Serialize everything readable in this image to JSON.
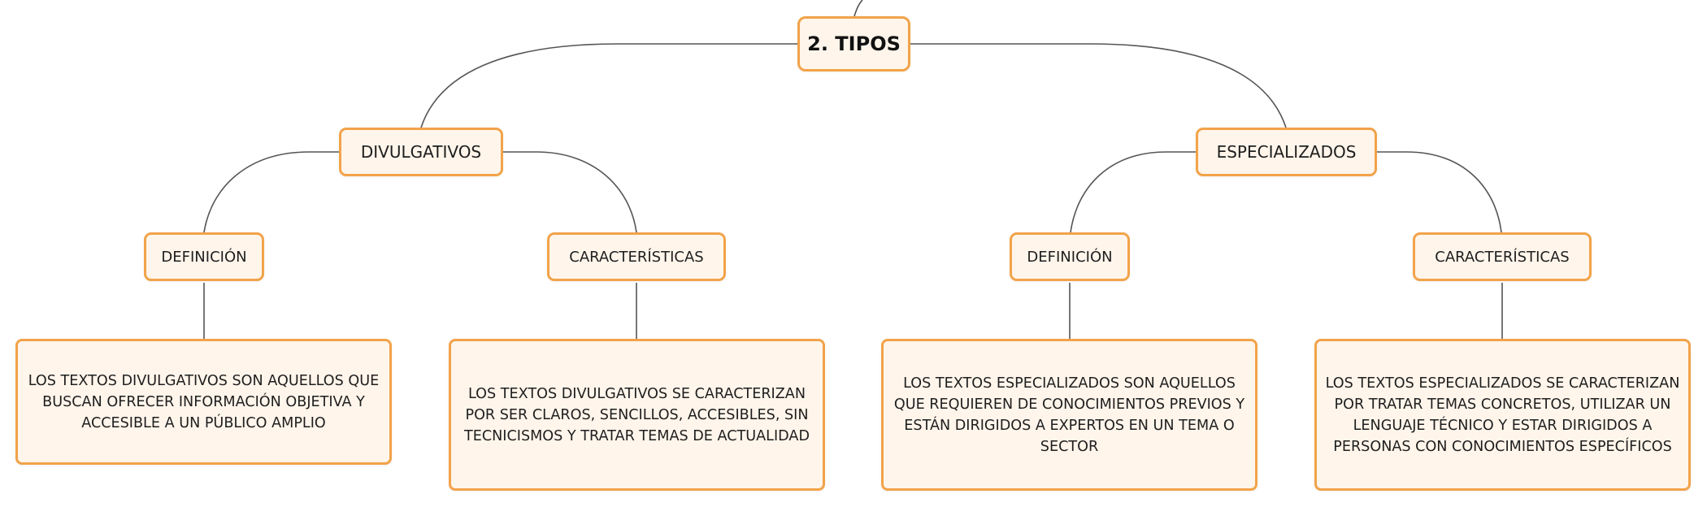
{
  "root": {
    "label": "2. TIPOS"
  },
  "branches": [
    {
      "label": "DIVULGATIVOS",
      "definition_label": "DEFINICIÓN",
      "characteristics_label": "CARACTERÍSTICAS",
      "definition_text": "LOS TEXTOS DIVULGATIVOS SON AQUELLOS QUE BUSCAN OFRECER INFORMACIÓN OBJETIVA Y ACCESIBLE A UN PÚBLICO AMPLIO",
      "characteristics_text": "LOS TEXTOS DIVULGATIVOS SE CARACTERIZAN POR SER CLAROS, SENCILLOS, ACCESIBLES, SIN TECNICISMOS Y TRATAR TEMAS DE ACTUALIDAD"
    },
    {
      "label": "ESPECIALIZADOS",
      "definition_label": "DEFINICIÓN",
      "characteristics_label": "CARACTERÍSTICAS",
      "definition_text": "LOS TEXTOS ESPECIALIZADOS SON AQUELLOS QUE REQUIEREN DE CONOCIMIENTOS PREVIOS Y ESTÁN DIRIGIDOS A EXPERTOS EN UN TEMA O SECTOR",
      "characteristics_text": "LOS TEXTOS ESPECIALIZADOS SE CARACTERIZAN POR TRATAR TEMAS CONCRETOS, UTILIZAR UN LENGUAJE TÉCNICO Y ESTAR DIRIGIDOS A PERSONAS CON CONOCIMIENTOS ESPECÍFICOS"
    }
  ],
  "colors": {
    "node_border": "#f2a349",
    "node_fill": "#fff5eb",
    "connector": "#555555"
  }
}
